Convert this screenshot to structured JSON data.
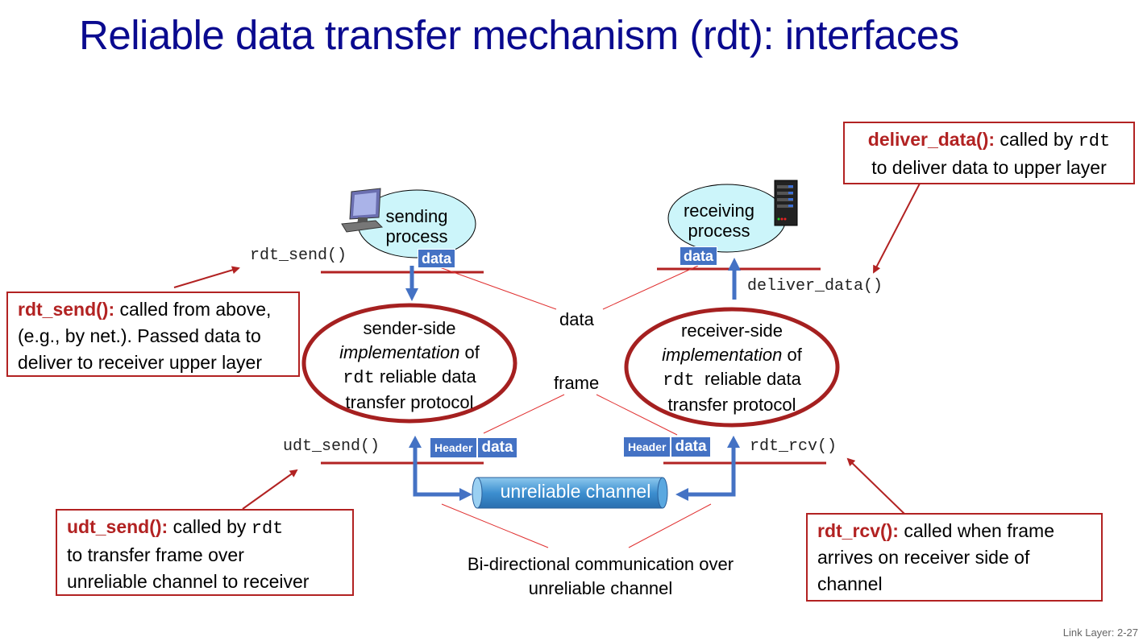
{
  "title": "Reliable data transfer mechanism (rdt): interfaces",
  "sender": {
    "process_label": [
      "sending",
      "process"
    ],
    "impl_lines": [
      "sender-side",
      "implementation",
      "of",
      "rdt",
      "reliable data",
      "transfer protocol"
    ],
    "api_top": "rdt_send()",
    "api_bottom": "udt_send()"
  },
  "receiver": {
    "process_label": [
      "receiving",
      "process"
    ],
    "impl_lines": [
      "receiver-side",
      "implementation",
      "of",
      "rdt",
      "reliable data",
      "transfer protocol"
    ],
    "api_top": "deliver_data()",
    "api_bottom": "rdt_rcv()"
  },
  "tags": {
    "data": "data",
    "header": "Header"
  },
  "labels": {
    "data": "data",
    "frame": "frame"
  },
  "channel": {
    "label": "unreliable channel"
  },
  "bidirectional": [
    "Bi-directional communication over",
    "unreliable channel"
  ],
  "callouts": {
    "deliver_data": {
      "keyword": "deliver_data():",
      "text1": " called by ",
      "code": "rdt",
      "line2": "to deliver data to upper layer"
    },
    "rdt_send": {
      "keyword": "rdt_send():",
      "text1": " called from above,",
      "line2": "(e.g., by net.). Passed data to",
      "line3": "deliver to receiver upper layer"
    },
    "udt_send": {
      "keyword": "udt_send():",
      "text1": " called by ",
      "code": "rdt",
      "line2": "to transfer frame over",
      "line3": "unreliable channel to receiver"
    },
    "rdt_rcv": {
      "keyword": "rdt_rcv():",
      "text1": " called when frame",
      "line2": "arrives on receiver side of",
      "line3": "channel"
    }
  },
  "footer": "Link Layer: 2-27",
  "colors": {
    "title": "#0a0a8f",
    "accent_red": "#b22222",
    "arrow_blue": "#4472c4",
    "process_fill": "#ccf5fa"
  }
}
